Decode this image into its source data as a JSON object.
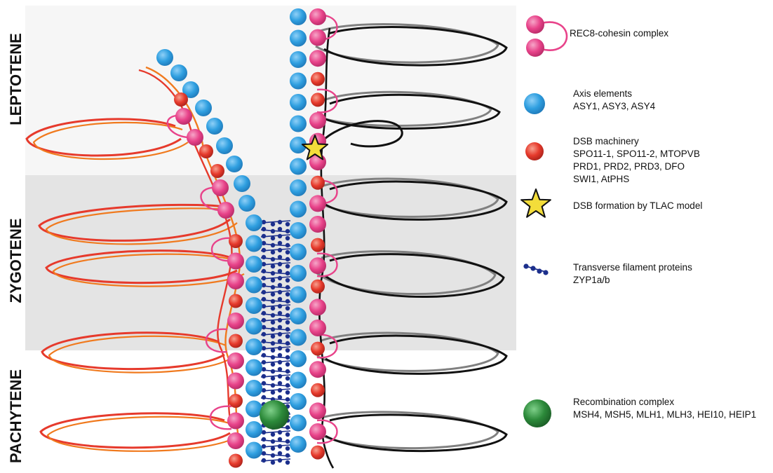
{
  "stages": [
    "LEPTOTENE",
    "ZYGOTENE",
    "PACHYTENE"
  ],
  "legend": [
    {
      "icon": "rec8-cohesin-icon",
      "lines": [
        "REC8-cohesin complex"
      ]
    },
    {
      "icon": "axis-element-icon",
      "lines": [
        "Axis elements",
        "ASY1, ASY3, ASY4"
      ]
    },
    {
      "icon": "dsb-machinery-icon",
      "lines": [
        "DSB machinery",
        "SPO11-1, SPO11-2, MTOPVB",
        "PRD1, PRD2, PRD3, DFO",
        "SWI1, AtPHS"
      ]
    },
    {
      "icon": "star-icon",
      "lines": [
        "DSB formation by TLAC model"
      ]
    },
    {
      "icon": "transverse-filament-icon",
      "lines": [
        "Transverse filament proteins",
        "ZYP1a/b"
      ]
    },
    {
      "icon": "recombination-complex-icon",
      "lines": [
        "Recombination complex",
        "MSH4, MSH5, MLH1, MLH3, HEI10, HEIP1"
      ]
    }
  ],
  "colors": {
    "cohesin": "#e8438a",
    "axis": "#2f9fe0",
    "dsb": "#e63a2c",
    "zyp": "#1c2f8c",
    "star": "#f3dd3a",
    "recombination": "#2c8a3a",
    "left_chromatin_outer": "#e63a2c",
    "left_chromatin_inner": "#f07a1e",
    "right_chromatin_outer": "#111111",
    "right_chromatin_inner": "#808080",
    "zygotene_band": "#e4e4e4",
    "leptotene_band": "#f6f6f6"
  }
}
